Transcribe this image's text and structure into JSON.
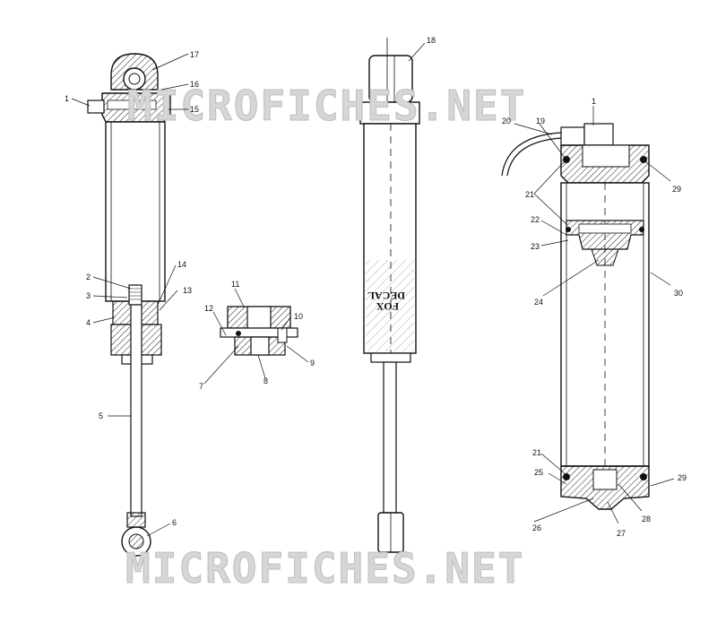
{
  "watermark": {
    "top": "MICROFICHES.NET",
    "bottom": "MICROFICHES.NET"
  },
  "decal_text": {
    "line1": "FOX",
    "line2": "DECAL"
  },
  "callouts": [
    {
      "id": "c1a",
      "text": "1"
    },
    {
      "id": "c17",
      "text": "17"
    },
    {
      "id": "c16",
      "text": "16"
    },
    {
      "id": "c15",
      "text": "15"
    },
    {
      "id": "c2",
      "text": "2"
    },
    {
      "id": "c14",
      "text": "14"
    },
    {
      "id": "c3",
      "text": "3"
    },
    {
      "id": "c13",
      "text": "13"
    },
    {
      "id": "c4",
      "text": "4"
    },
    {
      "id": "c5",
      "text": "5"
    },
    {
      "id": "c6",
      "text": "6"
    },
    {
      "id": "c11",
      "text": "11"
    },
    {
      "id": "c12",
      "text": "12"
    },
    {
      "id": "c10",
      "text": "10"
    },
    {
      "id": "c9",
      "text": "9"
    },
    {
      "id": "c7",
      "text": "7"
    },
    {
      "id": "c8",
      "text": "8"
    },
    {
      "id": "c18",
      "text": "18"
    },
    {
      "id": "c20",
      "text": "20"
    },
    {
      "id": "c19",
      "text": "19"
    },
    {
      "id": "c1b",
      "text": "1"
    },
    {
      "id": "c29a",
      "text": "29"
    },
    {
      "id": "c21a",
      "text": "21"
    },
    {
      "id": "c22",
      "text": "22"
    },
    {
      "id": "c23",
      "text": "23"
    },
    {
      "id": "c24",
      "text": "24"
    },
    {
      "id": "c30",
      "text": "30"
    },
    {
      "id": "c21b",
      "text": "21"
    },
    {
      "id": "c25",
      "text": "25"
    },
    {
      "id": "c29b",
      "text": "29"
    },
    {
      "id": "c26",
      "text": "26"
    },
    {
      "id": "c28",
      "text": "28"
    },
    {
      "id": "c27",
      "text": "27"
    }
  ]
}
